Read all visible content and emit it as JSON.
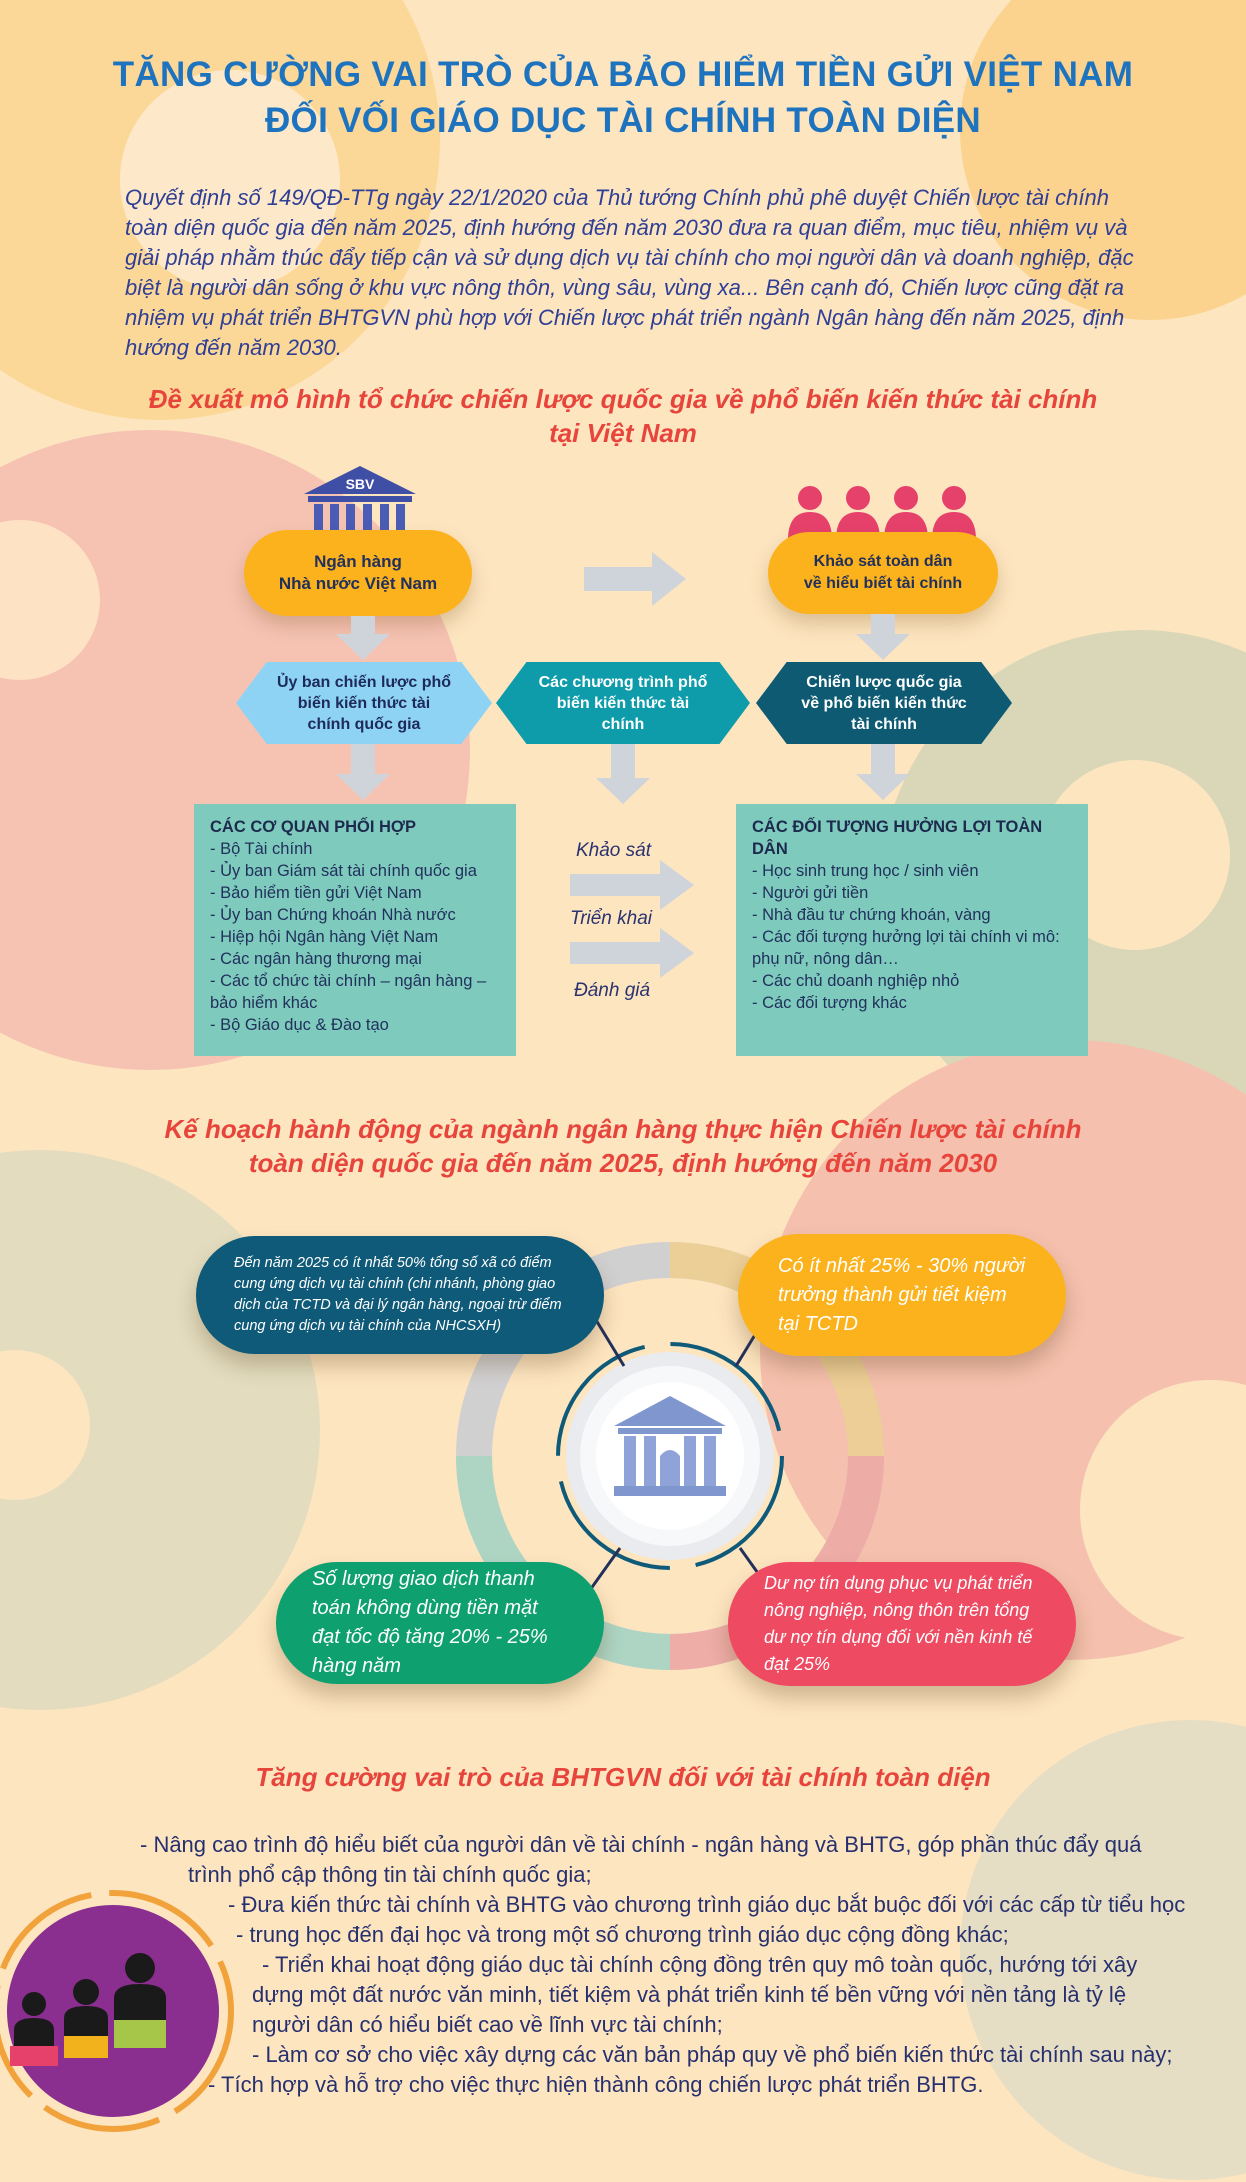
{
  "header": {
    "title_line1": "TĂNG CƯỜNG VAI TRÒ CỦA BẢO HIỂM TIỀN GỬI VIỆT NAM",
    "title_line2": "ĐỐI VỐI GIÁO DỤC TÀI CHÍNH TOÀN DIỆN"
  },
  "intro": "Quyết định số 149/QĐ-TTg ngày 22/1/2020 của Thủ tướng Chính phủ phê duyệt Chiến lược tài chính toàn diện quốc gia đến năm 2025, định hướng đến năm 2030 đưa ra quan điểm, mục tiêu, nhiệm vụ và giải pháp nhằm thúc đẩy tiếp cận và sử dụng dịch vụ tài chính cho mọi người dân và doanh nghiệp, đặc biệt là người dân sống ở khu vực nông thôn, vùng sâu, vùng xa... Bên cạnh đó, Chiến lược cũng đặt ra nhiệm vụ phát triển BHTGVN phù hợp với Chiến lược phát triển ngành Ngân hàng đến năm 2025, định hướng đến năm 2030.",
  "section1": {
    "title_line1": "Đề xuất mô hình tổ chức chiến lược quốc gia về phổ biến kiến thức tài chính",
    "title_line2": "tại Việt Nam",
    "sbv_label": "SBV",
    "bank_pill": {
      "line1": "Ngân hàng",
      "line2": "Nhà nước Việt Nam"
    },
    "survey_pill": {
      "line1": "Khảo sát toàn dân",
      "line2": "về hiểu biết tài chính"
    },
    "hex_left": "Ủy ban chiến lược phổ biến kiến thức tài chính quốc gia",
    "hex_mid": "Các chương trình phổ biến kiến thức tài chính",
    "hex_right": "Chiến lược quốc gia về phổ biến kiến thức tài chính",
    "left_panel": {
      "heading": "CÁC CƠ QUAN PHỐI HỢP",
      "items": [
        "- Bộ Tài chính",
        "- Ủy ban Giám sát tài chính quốc gia",
        "- Bảo hiểm tiền gửi Việt Nam",
        "- Ủy ban Chứng khoán Nhà nước",
        "- Hiệp hội Ngân hàng Việt Nam",
        "- Các ngân hàng thương mại",
        "- Các tổ chức tài chính – ngân hàng – bảo hiểm khác",
        "- Bộ Giáo dục & Đào tạo"
      ]
    },
    "middle_labels": [
      "Khảo sát",
      "Triển khai",
      "Đánh giá"
    ],
    "right_panel": {
      "heading": "CÁC ĐỐI TƯỢNG HƯỞNG LỢI TOÀN DÂN",
      "items": [
        "- Học sinh trung học / sinh viên",
        "- Người gửi tiền",
        "- Nhà đầu tư chứng khoán, vàng",
        "- Các đối tượng hưởng lợi tài chính vi mô: phụ nữ, nông dân…",
        "- Các chủ doanh nghiệp nhỏ",
        "- Các đối tượng khác"
      ]
    }
  },
  "section2": {
    "title_line1": "Kế hoạch hành động của ngành ngân hàng thực hiện Chiến lược tài chính",
    "title_line2": "toàn diện quốc gia đến năm 2025, định hướng đến năm 2030",
    "bubble_tl": "Đến năm 2025 có ít nhất 50% tổng số xã có điểm cung ứng dịch vụ tài chính (chi nhánh, phòng giao dịch của TCTD và đại lý ngân hàng, ngoại trừ điểm cung ứng dịch vụ tài chính của NHCSXH)",
    "bubble_tr": "Có ít nhất 25% - 30% người trưởng thành gửi tiết kiệm tại TCTD",
    "bubble_bl": "Số lượng giao dịch thanh toán không dùng tiền mặt đạt tốc độ tăng 20% - 25% hàng năm",
    "bubble_br": "Dư nợ tín dụng phục vụ phát triển nông nghiệp, nông thôn trên tổng dư nợ tín dụng đối với nền kinh tế đạt 25%",
    "colors": {
      "navy": "#0f5a78",
      "yellow": "#fbb21c",
      "green": "#0fa06f",
      "red": "#ee4a62"
    }
  },
  "section3": {
    "title": "Tăng cường vai trò của BHTGVN đối với tài chính toàn diện",
    "bullets": [
      "- Nâng cao trình độ hiểu biết của người dân về tài chính - ngân hàng và BHTG, góp phần thúc đẩy quá trình phổ cập thông tin tài chính quốc gia;",
      "- Đưa kiến thức tài chính và BHTG vào chương trình giáo dục bắt buộc đối với các cấp từ tiểu học - trung học đến đại học và trong một số chương trình giáo dục cộng đồng khác;",
      "- Triển khai hoạt động giáo dục tài chính cộng đồng trên quy mô toàn quốc, hướng tới xây dựng một đất nước văn minh, tiết kiệm và phát triển kinh tế bền vững với nền tảng là tỷ lệ người dân có hiểu biết cao về lĩnh vực tài chính;",
      "- Làm cơ sở cho việc xây dựng các văn bản pháp quy về phổ biến kiến thức tài chính sau này;",
      "- Tích hợp và hỗ trợ cho việc thực hiện thành công chiến lược phát triển BHTG."
    ]
  }
}
